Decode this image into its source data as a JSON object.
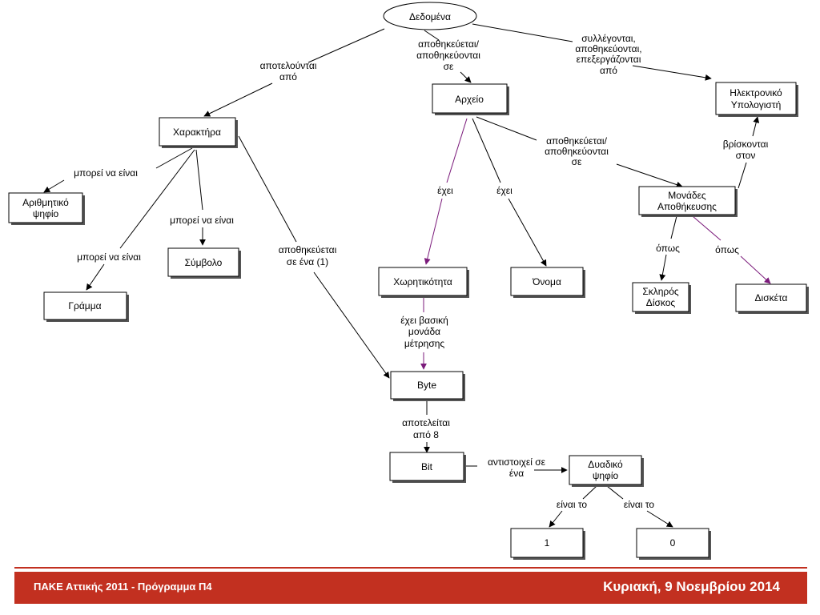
{
  "diagram": {
    "nodes": {
      "dedomena": "Δεδομένα",
      "xaraktira": "Χαρακτήρα",
      "arxeio": "Αρχείο",
      "ilektroniko": [
        "Ηλεκτρονικό",
        "Υπολογιστή"
      ],
      "arithmitiko": [
        "Αριθμητικό",
        "ψηφίο"
      ],
      "symvolo": "Σύμβολο",
      "gramma": "Γράμμα",
      "xoritikotita": "Χωρητικότητα",
      "onoma": "Όνομα",
      "monades": [
        "Μονάδες",
        "Αποθήκευσης"
      ],
      "sklipos": [
        "Σκληρός",
        "Δίσκος"
      ],
      "disketa": "Δισκέτα",
      "byte": "Byte",
      "bit": "Bit",
      "dyadiko": [
        "Δυαδικό",
        "ψηφίο"
      ],
      "one": "1",
      "zero": "0"
    },
    "links": {
      "apoteloyntai": [
        "αποτελούνται",
        "από"
      ],
      "apothikeuetai_arxeio": [
        "αποθηκεύεται/",
        "αποθηκεύονται",
        "σε"
      ],
      "syllegontai": [
        "συλλέγονται,",
        "αποθηκεύονται,",
        "επεξεργάζονται",
        "από"
      ],
      "mporei_arithm": "μπορεί να είναι",
      "mporei_symvolo": "μπορεί να είναι",
      "mporei_gramma": "μπορεί να είναι",
      "apothikeuetai_ena": [
        "αποθηκεύεται",
        "σε ένα (1)"
      ],
      "exei_xoritikotita": "έχει",
      "exei_onoma": "έχει",
      "apothikeuetai_monades": [
        "αποθηκεύεται/",
        "αποθηκεύονται",
        "σε"
      ],
      "vriskontai": [
        "βρίσκονται",
        "στον"
      ],
      "opos_sklipos": "όπως",
      "opos_disketa": "όπως",
      "exei_vasiki": [
        "έχει βασική",
        "μονάδα",
        "μέτρησης"
      ],
      "apoteleitai": [
        "αποτελείται",
        "από 8"
      ],
      "antistoixei": [
        "αντιστοιχεί σε",
        "ένα"
      ],
      "einai_to_1": "είναι το",
      "einai_to_0": "είναι το"
    }
  },
  "footer": {
    "left": "ΠΑΚΕ Αττικής 2011 - Πρόγραμμα Π4",
    "right": "Κυριακή, 9 Νοεμβρίου 2014"
  },
  "colors": {
    "footer_bg": "#c23020",
    "purple_link": "#7b1b7b"
  }
}
